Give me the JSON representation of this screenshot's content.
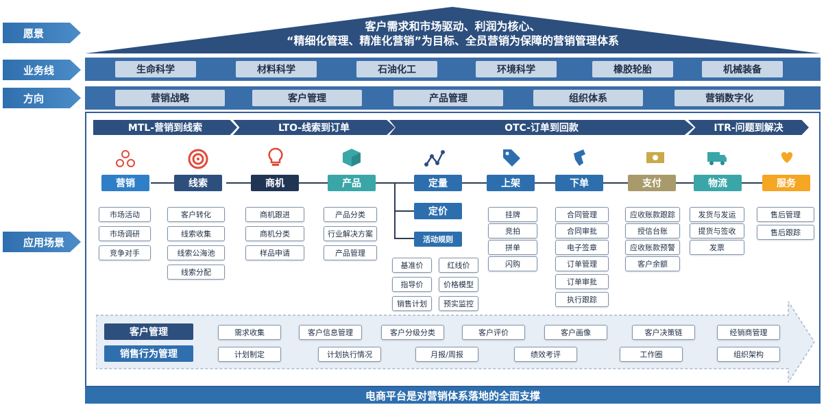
{
  "side_labels": {
    "vision": "愿景",
    "business": "业务线",
    "direction": "方向",
    "scenarios": "应用场景"
  },
  "vision": {
    "line1": "客户需求和市场驱动、利润为核心、",
    "line2": "“精细化管理、精准化营销”为目标、全员营销为保障的营销管理体系"
  },
  "business_lines": [
    "生命科学",
    "材料科学",
    "石油化工",
    "环境科学",
    "橡胶轮胎",
    "机械装备"
  ],
  "directions": [
    "营销战略",
    "客户管理",
    "产品管理",
    "组织体系",
    "营销数字化"
  ],
  "process_arrows": [
    "MTL-营销到线索",
    "LTO-线索到订单",
    "OTC-订单到回款",
    "ITR-问题到解决"
  ],
  "stages": [
    "营销",
    "线索",
    "商机",
    "产品",
    "定量",
    "上架",
    "下单",
    "支付",
    "物流",
    "服务"
  ],
  "pricing": {
    "price": "定价",
    "promo": "活动规则"
  },
  "items": {
    "marketing": [
      "市场活动",
      "市场调研",
      "竞争对手"
    ],
    "leads": [
      "客户转化",
      "线索收集",
      "线索公海池",
      "线索分配"
    ],
    "opportunity": [
      "商机跟进",
      "商机分类",
      "样品申请"
    ],
    "product": [
      "产品分类",
      "行业解决方案",
      "产品管理"
    ],
    "price_items": [
      "基准价",
      "红线价",
      "指导价",
      "价格模型",
      "销售计划",
      "预实监控"
    ],
    "listing": [
      "挂牌",
      "竞拍",
      "拼单",
      "闪购"
    ],
    "order": [
      "合同管理",
      "合同审批",
      "电子签章",
      "订单管理",
      "订单审批",
      "执行跟踪"
    ],
    "payment": [
      "应收账款跟踪",
      "授信台账",
      "应收账款预警",
      "客户余额"
    ],
    "logistics": [
      "发货与发运",
      "提货与签收",
      "发票"
    ],
    "service": [
      "售后管理",
      "售后跟踪"
    ]
  },
  "customer_mgmt": {
    "label": "客户管理",
    "items": [
      "需求收集",
      "客户信息管理",
      "客户分级分类",
      "客户评价",
      "客户画像",
      "客户决策链",
      "经销商管理"
    ]
  },
  "sales_behavior": {
    "label": "销售行为管理",
    "items": [
      "计划制定",
      "计划执行情况",
      "月报/周报",
      "绩效考评",
      "工作圈",
      "组织架构"
    ]
  },
  "footer": "电商平台是对营销体系落地的全面支撑",
  "icons": [
    "network-icon",
    "target-icon",
    "lightbulb-icon",
    "box-icon",
    "nodes-icon",
    "tag-icon",
    "hand-click-icon",
    "cash-icon",
    "truck-icon",
    "heart-hands-icon"
  ],
  "colors": {
    "dark_blue": "#2d4f7e",
    "mid_blue": "#3a6ea8",
    "light_blue": "#4c8cc8",
    "teal": "#3aa6a8",
    "khaki": "#a89a6a",
    "orange": "#f5a623",
    "red": "#e04b3a"
  }
}
